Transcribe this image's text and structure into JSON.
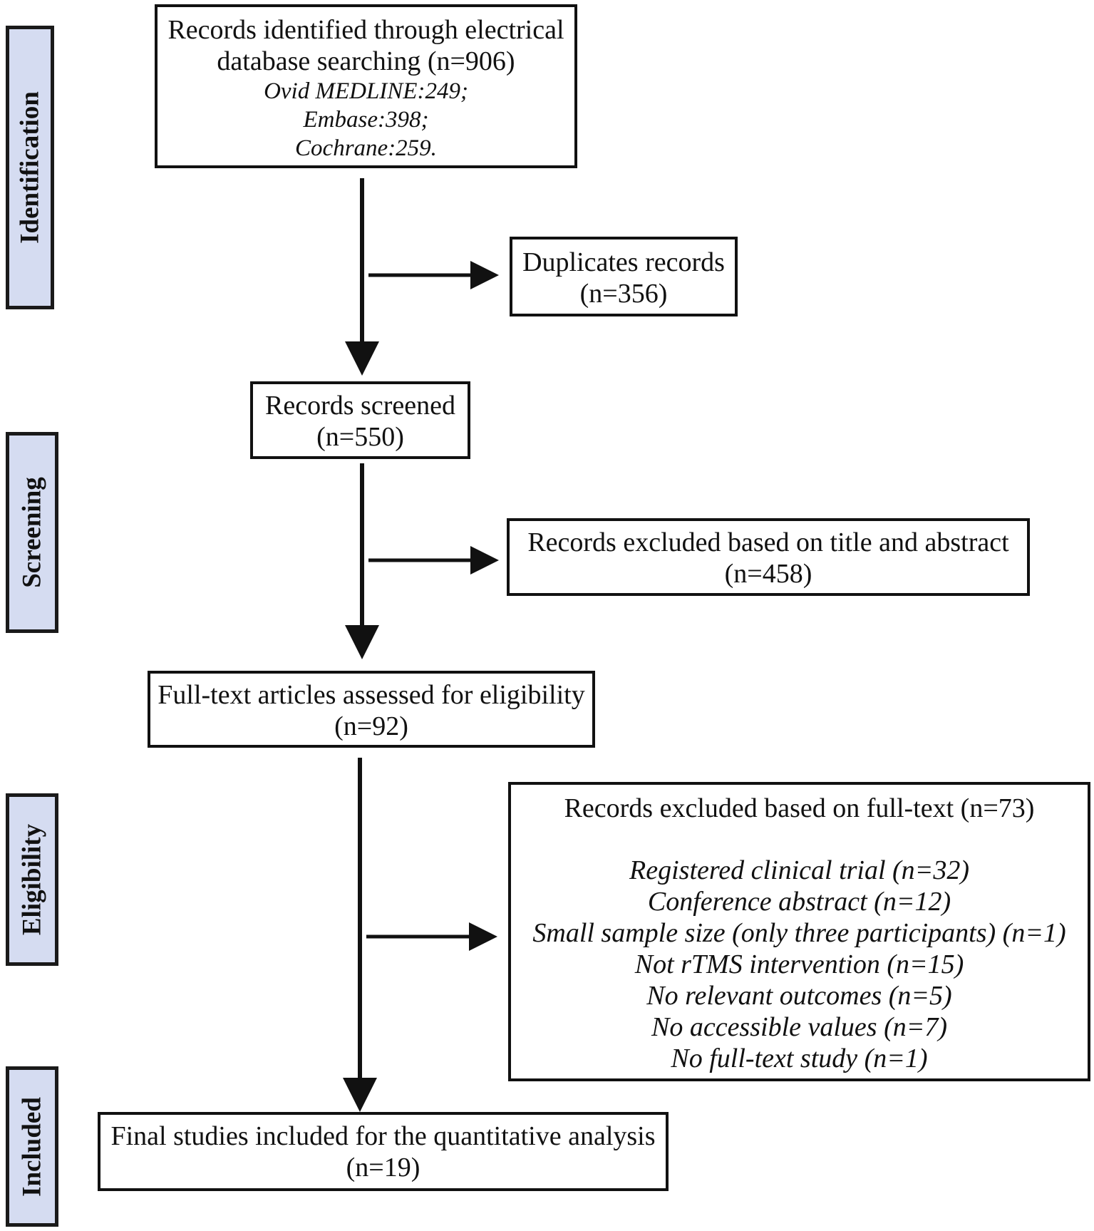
{
  "phases": {
    "identification": "Identification",
    "screening": "Screening",
    "eligibility": "Eligibility",
    "included": "Included"
  },
  "boxes": {
    "identified": {
      "line1": "Records identified through electrical",
      "line2": "database searching (n=906)",
      "sources": [
        "Ovid MEDLINE:249;",
        "Embase:398;",
        "Cochrane:259."
      ]
    },
    "duplicates": {
      "line1": "Duplicates records",
      "line2": "(n=356)"
    },
    "screened": {
      "line1": "Records screened",
      "line2": "(n=550)"
    },
    "excluded_title": {
      "line1": "Records excluded based on title and abstract",
      "line2": "(n=458)"
    },
    "fulltext": {
      "line1": "Full-text articles assessed for eligibility",
      "line2": "(n=92)"
    },
    "excluded_fulltext": {
      "title": "Records excluded based on full-text (n=73)",
      "reasons": [
        "Registered clinical trial (n=32)",
        "Conference abstract (n=12)",
        "Small sample size (only three participants) (n=1)",
        "Not rTMS intervention (n=15)",
        "No relevant outcomes (n=5)",
        "No accessible values (n=7)",
        "No full-text study (n=1)"
      ]
    },
    "final": {
      "line1": "Final studies included for the quantitative analysis",
      "line2": "(n=19)"
    }
  }
}
